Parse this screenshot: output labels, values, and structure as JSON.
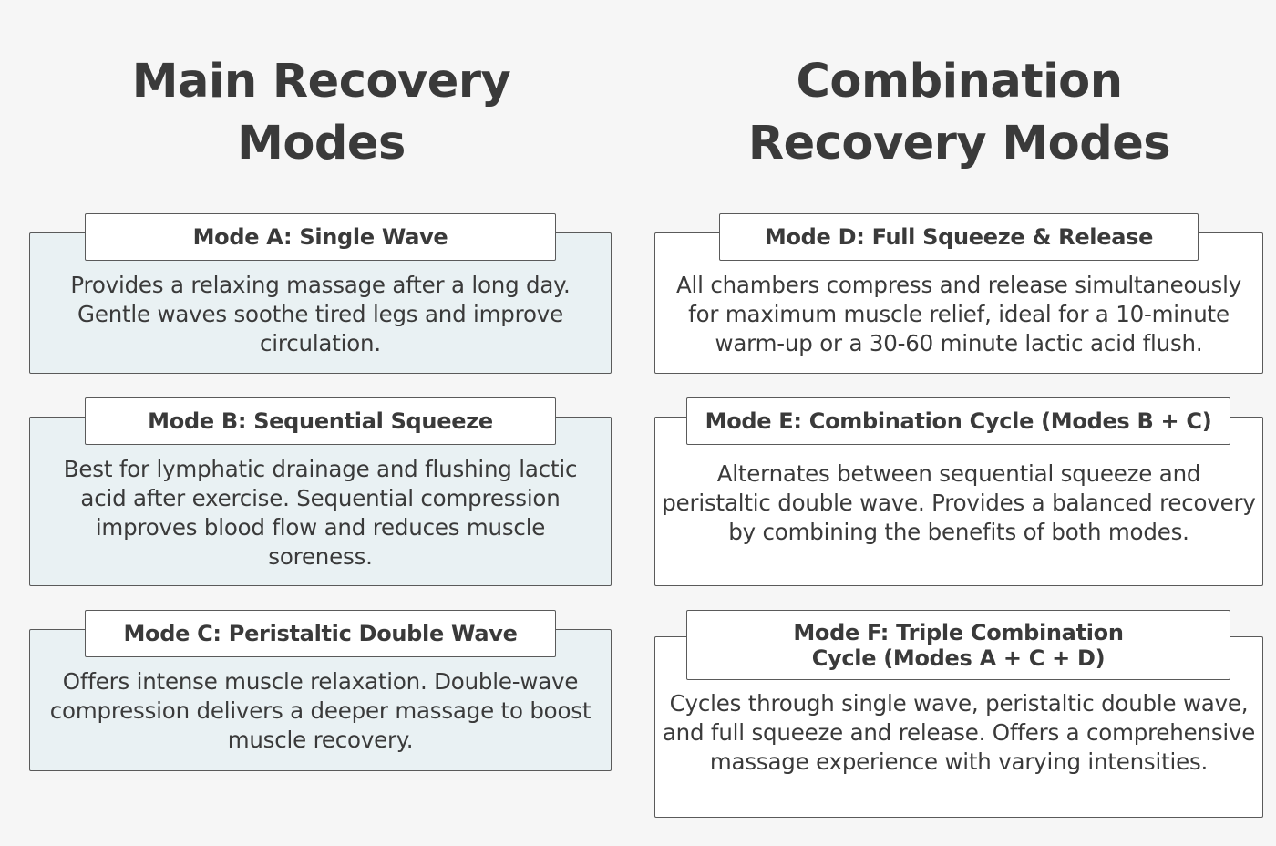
{
  "columns": [
    {
      "heading": "Main Recovery\nModes",
      "modes": [
        {
          "title": "Mode A: Single Wave",
          "description": "Provides a relaxing massage after a long day. Gentle waves soothe tired legs and improve circulation."
        },
        {
          "title": "Mode B: Sequential Squeeze",
          "description": "Best for lymphatic drainage and flushing lactic acid after exercise. Sequential compression improves blood flow and reduces muscle soreness."
        },
        {
          "title": "Mode C: Peristaltic Double Wave",
          "description": "Offers intense muscle relaxation. Double-wave compression delivers a deeper massage to boost muscle recovery."
        }
      ]
    },
    {
      "heading": "Combination\nRecovery Modes",
      "modes": [
        {
          "title": "Mode D: Full Squeeze & Release",
          "description": "All chambers compress and release simultaneously for maximum muscle relief, ideal for a 10-minute warm-up or a 30-60 minute lactic acid flush."
        },
        {
          "title": "Mode E: Combination Cycle (Modes B + C)",
          "description": "Alternates between sequential squeeze and peristaltic double wave. Provides a balanced recovery by combining the benefits of both modes."
        },
        {
          "title": "Mode F: Triple Combination\nCycle (Modes A + C + D)",
          "description": "Cycles through single wave, peristaltic double wave, and full squeeze and release. Offers a comprehensive massage experience with varying intensities."
        }
      ]
    }
  ],
  "colors": {
    "page_background": "#f6f6f6",
    "main_card_fill": "#e9f1f3",
    "combination_card_fill": "#ffffff",
    "border": "#5a5a5a",
    "text": "#3a3a3a"
  }
}
